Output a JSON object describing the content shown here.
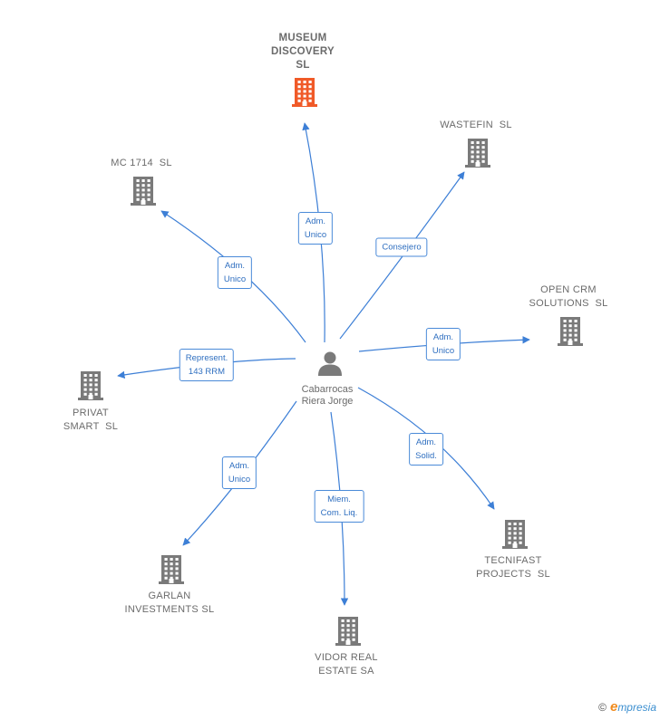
{
  "center": {
    "name": "Cabarrocas\nRiera Jorge",
    "icon": "person-icon",
    "color": "#7a7a7a"
  },
  "companies": [
    {
      "id": "museum-discovery",
      "name": "MUSEUM\nDISCOVERY\nSL",
      "highlighted": true,
      "color": "#f05a28",
      "edge_label": "Adm.\nUnico"
    },
    {
      "id": "wastefin",
      "name": "WASTEFIN  SL",
      "highlighted": false,
      "color": "#7a7a7a",
      "edge_label": "Consejero"
    },
    {
      "id": "mc-1714",
      "name": "MC 1714  SL",
      "highlighted": false,
      "color": "#7a7a7a",
      "edge_label": "Adm.\nUnico"
    },
    {
      "id": "open-crm",
      "name": "OPEN CRM\nSOLUTIONS  SL",
      "highlighted": false,
      "color": "#7a7a7a",
      "edge_label": "Adm.\nUnico"
    },
    {
      "id": "privat-smart",
      "name": "PRIVAT\nSMART  SL",
      "highlighted": false,
      "color": "#7a7a7a",
      "edge_label": "Represent.\n143 RRM"
    },
    {
      "id": "tecnifast",
      "name": "TECNIFAST\nPROJECTS  SL",
      "highlighted": false,
      "color": "#7a7a7a",
      "edge_label": "Adm.\nSolid."
    },
    {
      "id": "garlan",
      "name": "GARLAN\nINVESTMENTS SL",
      "highlighted": false,
      "color": "#7a7a7a",
      "edge_label": "Adm.\nUnico"
    },
    {
      "id": "vidor",
      "name": "VIDOR REAL\nESTATE SA",
      "highlighted": false,
      "color": "#7a7a7a",
      "edge_label": "Miem.\nCom. Liq."
    }
  ],
  "edge_color": "#3d7fd6",
  "watermark": {
    "copyright": "©",
    "brand_initial": "e",
    "brand_rest": "mpresia"
  }
}
